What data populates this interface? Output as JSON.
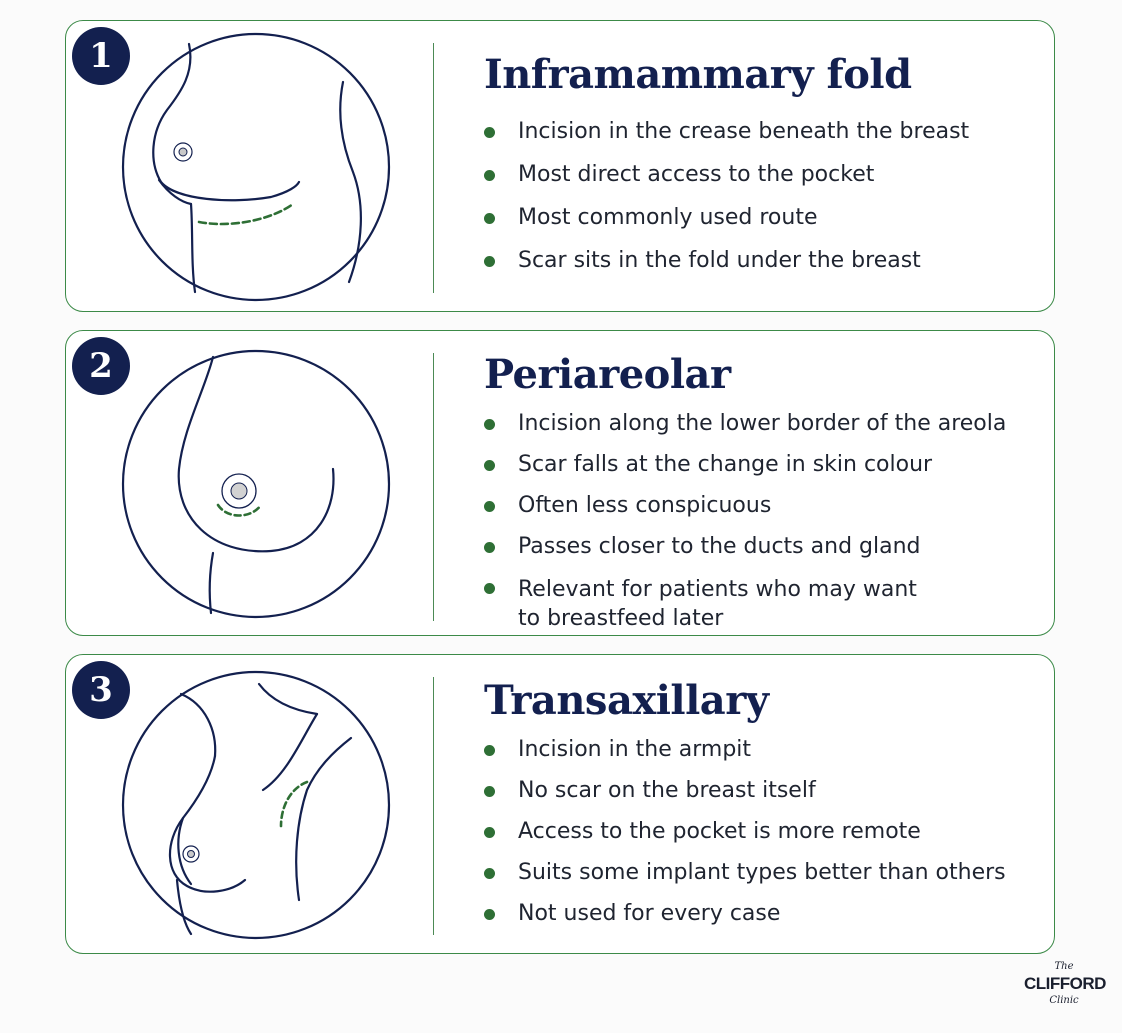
{
  "sections": [
    {
      "number": "1",
      "title": "Inframammary fold",
      "bullets": [
        "Incision in the crease beneath the breast",
        "Most direct access to the pocket",
        "Most commonly used route",
        "Scar sits in the fold under the breast"
      ]
    },
    {
      "number": "2",
      "title": "Periareolar",
      "bullets": [
        "Incision along the lower border of the areola",
        "Scar falls at the change in skin colour",
        "Often less conspicuous",
        "Passes closer to the ducts and gland",
        "Relevant for patients who may want\nto breastfeed later"
      ]
    },
    {
      "number": "3",
      "title": "Transaxillary",
      "bullets": [
        "Incision in the armpit",
        "No scar on the breast itself",
        "Access to the pocket is more remote",
        "Suits some implant types better than others",
        "Not used for every case"
      ]
    }
  ],
  "logo": {
    "top_script": "The",
    "name": "CLIFFORD",
    "bottom_script": "Clinic"
  },
  "colors": {
    "navy": "#13204f",
    "incision_green": "#2e6f35",
    "border_green": "#3c8a48"
  }
}
